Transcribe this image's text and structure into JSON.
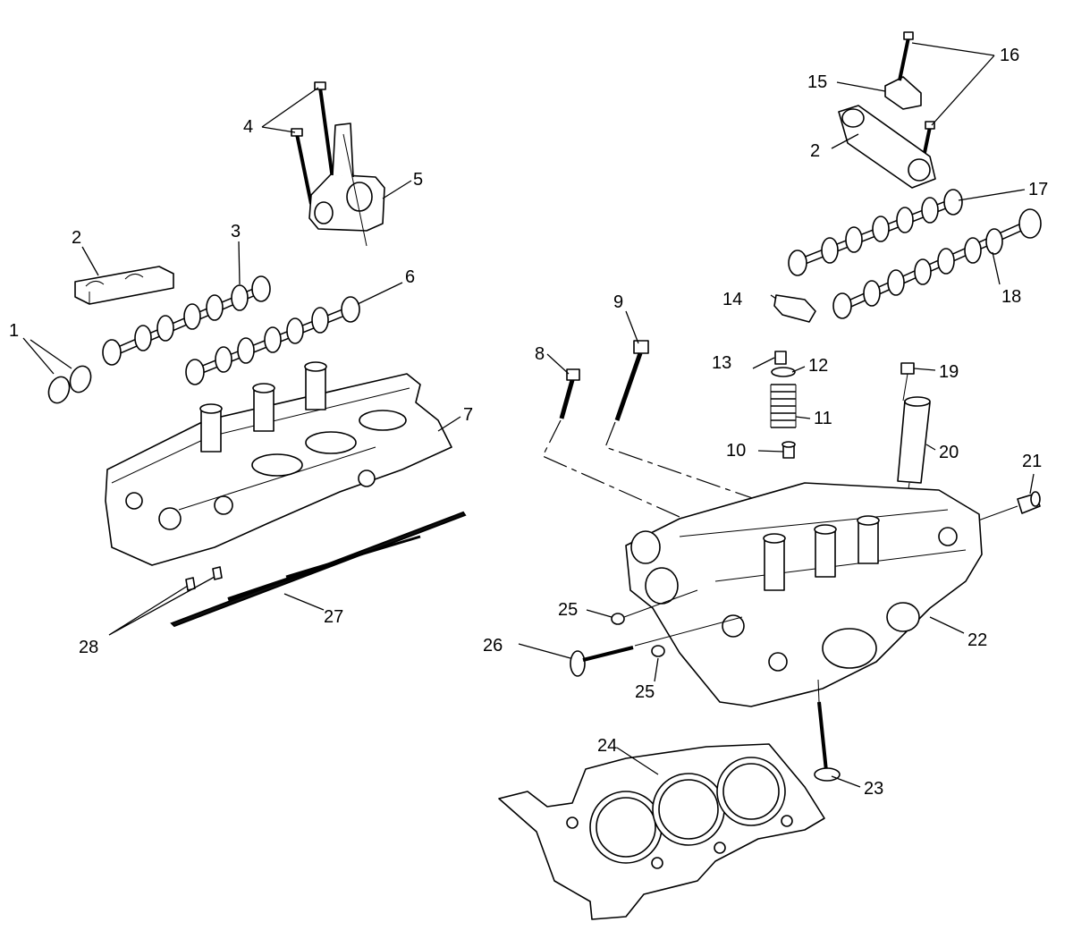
{
  "callouts": {
    "c1": "1",
    "c2a": "2",
    "c2b": "2",
    "c3": "3",
    "c4": "4",
    "c5": "5",
    "c6": "6",
    "c7": "7",
    "c8": "8",
    "c9": "9",
    "c10": "10",
    "c11": "11",
    "c12": "12",
    "c13": "13",
    "c14": "14",
    "c15": "15",
    "c16": "16",
    "c17": "17",
    "c18": "18",
    "c19": "19",
    "c20": "20",
    "c21": "21",
    "c22": "22",
    "c23": "23",
    "c24": "24",
    "c25a": "25",
    "c25b": "25",
    "c26": "26",
    "c27": "27",
    "c28": "28"
  }
}
